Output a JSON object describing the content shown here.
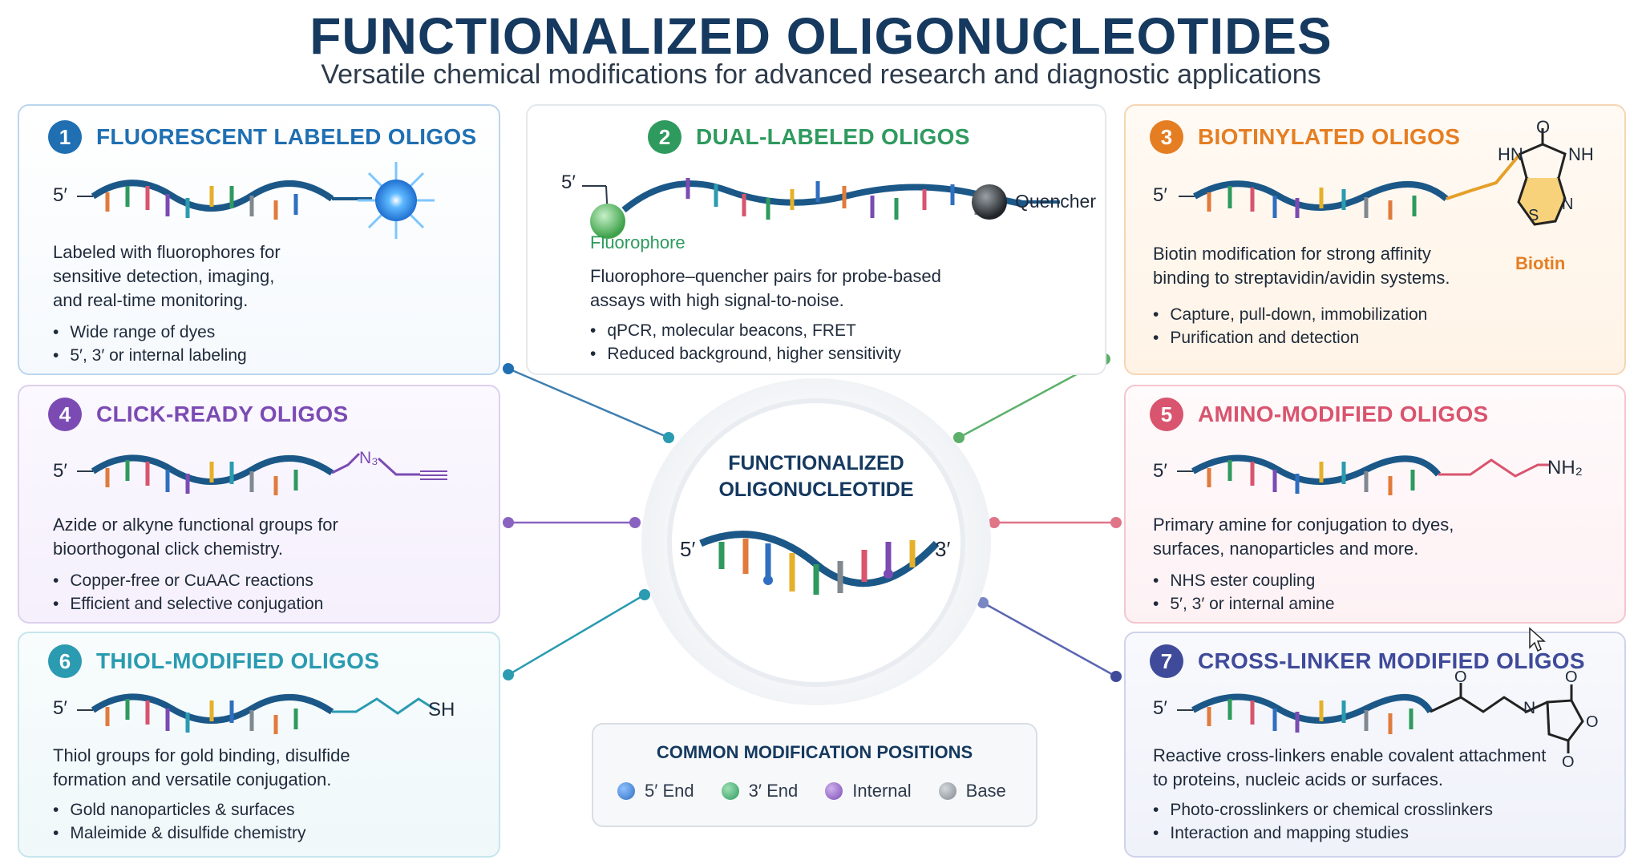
{
  "header": {
    "title": "FUNCTIONALIZED OLIGONUCLEOTIDES",
    "subtitle": "Versatile chemical modifications for advanced research and diagnostic applications"
  },
  "center": {
    "title_line1": "FUNCTIONALIZED",
    "title_line2": "OLIGONUCLEOTIDE",
    "label_5": "5′",
    "label_3": "3′"
  },
  "strand_label": "5′",
  "cards": [
    {
      "num": "1",
      "title": "FLUORESCENT LABELED OLIGOS",
      "color": "#1f6fb2",
      "desc": [
        "Labeled with fluorophores for",
        "sensitive detection, imaging,",
        "and real-time monitoring."
      ],
      "bullets": [
        "Wide range of dyes",
        "5′, 3′ or internal labeling"
      ]
    },
    {
      "num": "2",
      "title": "DUAL-LABELED OLIGOS",
      "color": "#2e9a5e",
      "desc": [
        "Fluorophore–quencher pairs for probe-based",
        "assays with high signal-to-noise."
      ],
      "bullets": [
        "qPCR, molecular beacons, FRET",
        "Reduced background, higher sensitivity"
      ],
      "fluorophore_label": "Fluorophore",
      "quencher_label": "Quencher"
    },
    {
      "num": "3",
      "title": "BIOTINYLATED OLIGOS",
      "color": "#e57e22",
      "desc": [
        "Biotin modification for strong affinity",
        "binding to streptavidin/avidin systems."
      ],
      "bullets": [
        "Capture, pull-down, immobilization",
        "Purification and detection"
      ],
      "biotin_label": "Biotin",
      "atoms": {
        "o": "O",
        "hn": "HN",
        "nh": "NH",
        "s": "S",
        "n": "N"
      }
    },
    {
      "num": "4",
      "title": "CLICK-READY OLIGOS",
      "color": "#7b4bb3",
      "desc": [
        "Azide or alkyne functional groups for",
        "bioorthogonal click chemistry."
      ],
      "bullets": [
        "Copper-free or CuAAC reactions",
        "Efficient and selective conjugation"
      ],
      "group_label": "N₃"
    },
    {
      "num": "5",
      "title": "AMINO-MODIFIED OLIGOS",
      "color": "#d9546e",
      "desc": [
        "Primary amine for conjugation to dyes,",
        "surfaces, nanoparticles and more."
      ],
      "bullets": [
        "NHS ester coupling",
        "5′, 3′ or internal amine"
      ],
      "group_label": "NH₂"
    },
    {
      "num": "6",
      "title": "THIOL-MODIFIED OLIGOS",
      "color": "#2a9bb0",
      "desc": [
        "Thiol groups for gold binding, disulfide",
        "formation and versatile conjugation."
      ],
      "bullets": [
        "Gold nanoparticles & surfaces",
        "Maleimide & disulfide chemistry"
      ],
      "group_label": "SH"
    },
    {
      "num": "7",
      "title": "CROSS-LINKER MODIFIED OLIGOS",
      "color": "#3f4a9a",
      "desc": [
        "Reactive cross-linkers enable covalent attachment",
        "to proteins, nucleic acids or surfaces."
      ],
      "bullets": [
        "Photo-crosslinkers or chemical crosslinkers",
        "Interaction and mapping studies"
      ],
      "atoms": {
        "o1": "O",
        "n": "N",
        "o2": "O",
        "o3": "O",
        "o4": "O"
      }
    }
  ],
  "legend": {
    "title": "COMMON MODIFICATION POSITIONS",
    "items": [
      {
        "label": "5′ End",
        "color": "#2f6fc0"
      },
      {
        "label": "3′ End",
        "color": "#2e9a5e"
      },
      {
        "label": "Internal",
        "color": "#7b4bb3"
      },
      {
        "label": "Base",
        "color": "#808890"
      }
    ]
  }
}
